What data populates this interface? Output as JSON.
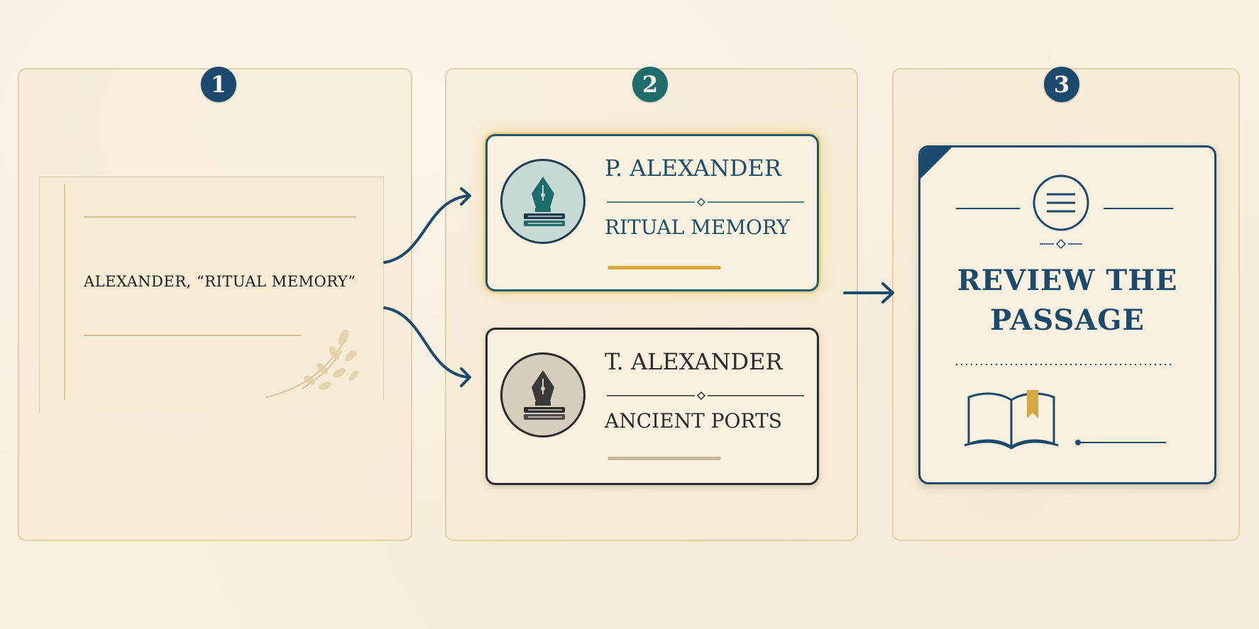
{
  "steps": [
    {
      "number": "1"
    },
    {
      "number": "2"
    },
    {
      "number": "3"
    }
  ],
  "index_card": {
    "citation": "ALEXANDER, “RITUAL MEMORY”"
  },
  "authors": [
    {
      "name": "P. ALEXANDER",
      "work": "RITUAL MEMORY",
      "highlighted": true,
      "accent_color": "#1e5a6e",
      "underline_color": "#d9a644"
    },
    {
      "name": "T. ALEXANDER",
      "work": "ANCIENT PORTS",
      "highlighted": false,
      "accent_color": "#2b2b2b",
      "underline_color": "#c7b99b"
    }
  ],
  "review": {
    "title_line1": "REVIEW THE",
    "title_line2": "PASSAGE"
  },
  "icons": {
    "medal": "pen-nib-on-book-icon",
    "review_header": "list-lines-icon",
    "review_footer": "open-book-bookmark-icon",
    "card_decoration": "leaf-flourish-icon"
  },
  "colors": {
    "navy": "#1c4a6e",
    "teal": "#1f6c6c",
    "gold": "#d9a644",
    "paper": "#f8efdf"
  }
}
